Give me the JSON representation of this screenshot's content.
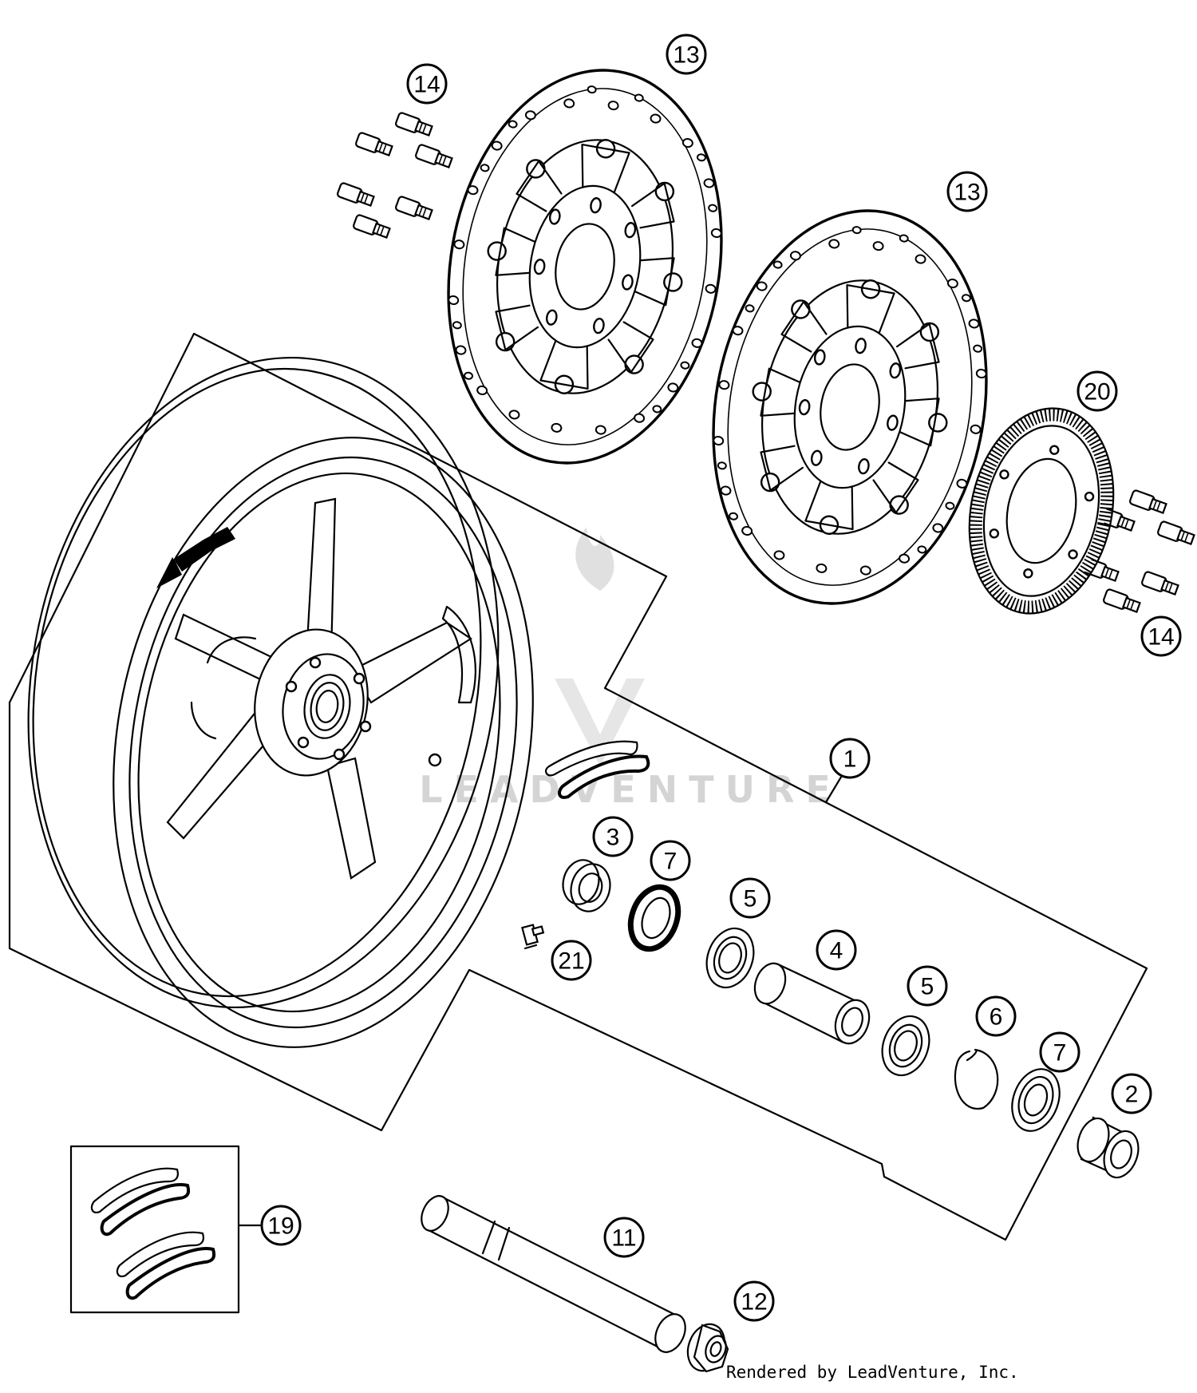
{
  "diagram": {
    "callouts": [
      "1",
      "2",
      "3",
      "4",
      "5",
      "5",
      "6",
      "7",
      "7",
      "11",
      "12",
      "13",
      "13",
      "14",
      "14",
      "19",
      "20",
      "21"
    ],
    "watermark": "LEADVENTURE",
    "footer": "Rendered by LeadVenture, Inc."
  },
  "colors": {
    "line": "#000000",
    "background": "#ffffff",
    "watermark": "#d4d4d4"
  }
}
